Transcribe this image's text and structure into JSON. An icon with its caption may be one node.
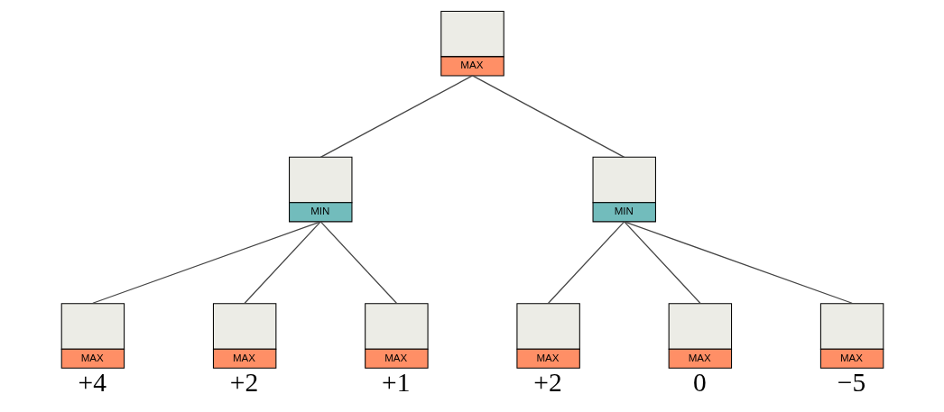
{
  "diagram": {
    "nodes": [
      {
        "text": [
          "MAX"
        ]
      },
      {
        "text": [
          "MIN"
        ]
      },
      {
        "text": [
          "MIN"
        ]
      },
      {
        "text": [
          "MAX"
        ],
        "beside": [
          "+4"
        ]
      },
      {
        "text": [
          "MAX"
        ],
        "beside": [
          "+2"
        ]
      },
      {
        "text": [
          "MAX"
        ],
        "beside": [
          "+1"
        ]
      },
      {
        "text": [
          "MAX"
        ],
        "beside": [
          "+2"
        ]
      },
      {
        "text": [
          "MAX"
        ],
        "beside": [
          "0"
        ]
      },
      {
        "text": [
          "MAX"
        ],
        "beside": [
          "−5"
        ]
      }
    ],
    "edges": [
      {
        "from": 0,
        "to": 1,
        "arrow": "none"
      },
      {
        "from": 0,
        "to": 2,
        "arrow": "none"
      },
      {
        "from": 1,
        "to": 3,
        "arrow": "none"
      },
      {
        "from": 1,
        "to": 4,
        "arrow": "none"
      },
      {
        "from": 1,
        "to": 5,
        "arrow": "none"
      },
      {
        "from": 2,
        "to": 6,
        "arrow": "none"
      },
      {
        "from": 2,
        "to": 7,
        "arrow": "none"
      },
      {
        "from": 2,
        "to": 8,
        "arrow": "none"
      }
    ]
  }
}
